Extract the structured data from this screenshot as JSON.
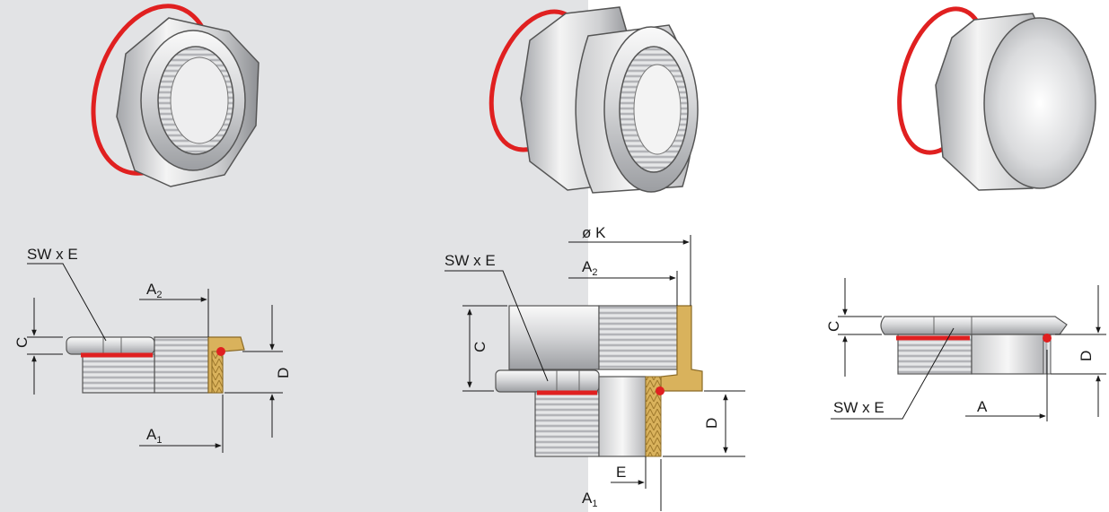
{
  "colors": {
    "panel_bg": "#e2e3e5",
    "seal_ring": "#e02020",
    "brass_section": "#d9b25c",
    "metal_light": "#f2f2f2",
    "metal_mid": "#c8c9cb",
    "metal_dark": "#8e9094",
    "outline": "#555555"
  },
  "left_fitting": {
    "label_sw": "SW x E",
    "label_a2": "A",
    "label_a2_sub": "2",
    "label_c": "C",
    "label_d": "D",
    "label_a1": "A",
    "label_a1_sub": "1"
  },
  "middle_fitting": {
    "label_k": "ø K",
    "label_sw": "SW x E",
    "label_a2": "A",
    "label_a2_sub": "2",
    "label_c": "C",
    "label_d": "D",
    "label_e": "E",
    "label_a1": "A",
    "label_a1_sub": "1"
  },
  "right_fitting": {
    "label_c": "C",
    "label_d": "D",
    "label_sw": "SW x E",
    "label_a": "A"
  }
}
